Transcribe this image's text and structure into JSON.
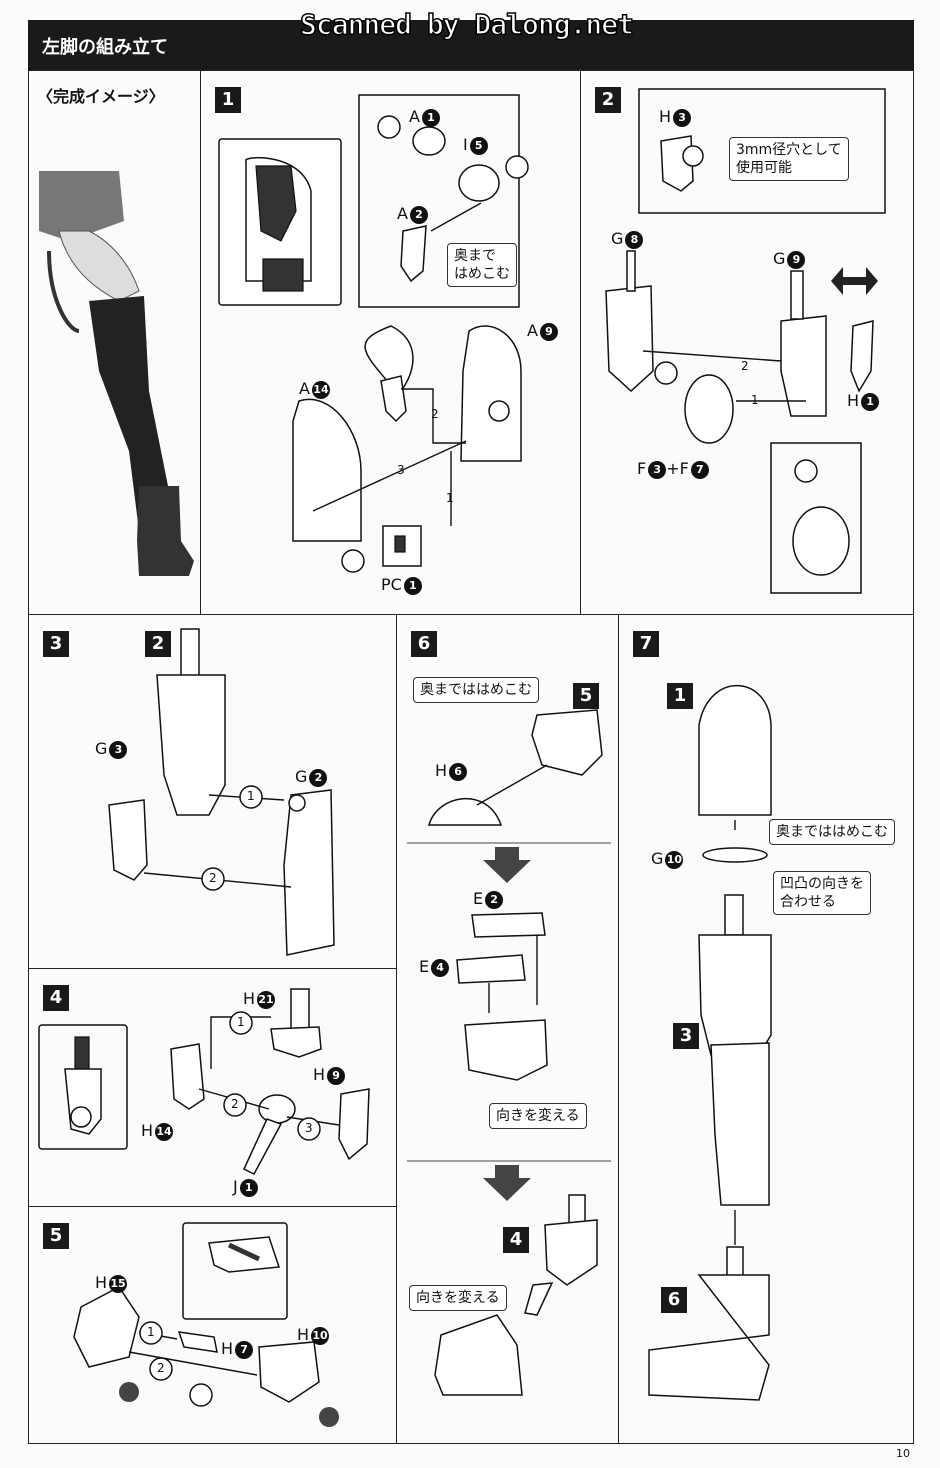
{
  "header": {
    "title": "左脚の組み立て",
    "watermark": "Scanned by Dalong.net"
  },
  "preview": {
    "label": "〈完成イメージ〉"
  },
  "steps": {
    "s1": {
      "num": "1",
      "callout": "奥まで\nはめこむ",
      "labels": {
        "a1": "A",
        "a1n": "1",
        "i5": "I",
        "i5n": "5",
        "a2": "A",
        "a2n": "2",
        "a9": "A",
        "a9n": "9",
        "a14": "A",
        "a14n": "14",
        "pc1": "PC",
        "pc1n": "1"
      },
      "seq": [
        "1",
        "2",
        "3"
      ]
    },
    "s2": {
      "num": "2",
      "callout": "3mm径穴として\n使用可能",
      "labels": {
        "h3": "H",
        "h3n": "3",
        "g8": "G",
        "g8n": "8",
        "g9": "G",
        "g9n": "9",
        "h1": "H",
        "h1n": "1",
        "f3": "F",
        "f3n": "3",
        "plus": "+F",
        "f7n": "7"
      },
      "seq": [
        "1",
        "2"
      ]
    },
    "s3": {
      "num": "3",
      "ref": "2",
      "labels": {
        "g3": "G",
        "g3n": "3",
        "g2": "G",
        "g2n": "2"
      },
      "seq": [
        "1",
        "2"
      ]
    },
    "s4": {
      "num": "4",
      "labels": {
        "h21": "H",
        "h21n": "21",
        "h9": "H",
        "h9n": "9",
        "h14": "H",
        "h14n": "14",
        "j1": "J",
        "j1n": "1"
      },
      "seq": [
        "1",
        "2",
        "3"
      ]
    },
    "s5": {
      "num": "5",
      "labels": {
        "h15": "H",
        "h15n": "15",
        "h7": "H",
        "h7n": "7",
        "h10": "H",
        "h10n": "10"
      },
      "seq": [
        "1",
        "2"
      ]
    },
    "s6": {
      "num": "6",
      "callout1": "奥までははめこむ",
      "ref5": "5",
      "callout2": "向きを変える",
      "ref4": "4",
      "callout3": "向きを変える",
      "labels": {
        "h6": "H",
        "h6n": "6",
        "e2": "E",
        "e2n": "2",
        "e4": "E",
        "e4n": "4"
      }
    },
    "s7": {
      "num": "7",
      "ref1": "1",
      "callout1": "奥までははめこむ",
      "callout2": "凹凸の向きを\n合わせる",
      "ref3": "3",
      "ref6": "6",
      "labels": {
        "g10": "G",
        "g10n": "10"
      }
    }
  },
  "page_number": "10"
}
